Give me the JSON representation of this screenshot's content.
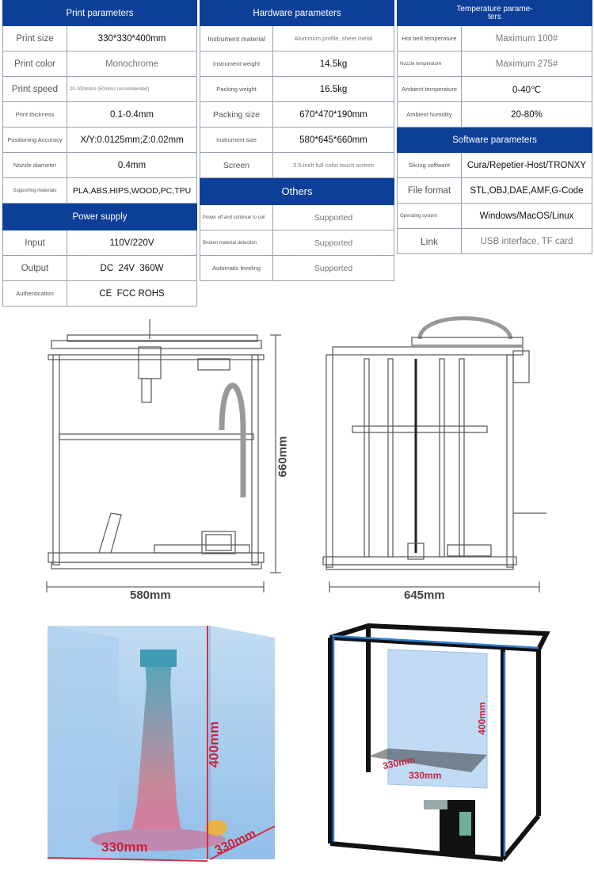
{
  "print_params": {
    "header": "Print parameters",
    "rows": [
      {
        "label": "Print size",
        "value": "330*330*400mm"
      },
      {
        "label": "Print color",
        "value": "Monochrome"
      },
      {
        "label": "Print speed",
        "value": "20-100mm/s (50mm/s recommended)"
      },
      {
        "label": "Print thickness",
        "value": "0.1-0.4mm"
      },
      {
        "label": "Positioning Accuracy",
        "value": "X/Y:0.0125mm;Z:0.02mm"
      },
      {
        "label": "Nozzle diameter",
        "value": "0.4mm"
      },
      {
        "label": "Supporting materials",
        "value": "PLA,ABS,HIPS,WOOD,PC,TPU"
      }
    ]
  },
  "power_supply": {
    "header": "Power supply",
    "rows": [
      {
        "label": "Input",
        "value": "110V/220V"
      },
      {
        "label": "Output",
        "value": "DC  24V  360W"
      },
      {
        "label": "Authentication",
        "value": "CE  FCC ROHS"
      }
    ]
  },
  "hardware_params": {
    "header": "Hardware parameters",
    "rows": [
      {
        "label": "Instrument material",
        "value": "Aluminum profile, sheet metal"
      },
      {
        "label": "Instrument weight",
        "value": "14.5kg"
      },
      {
        "label": "Packing weight",
        "value": "16.5kg"
      },
      {
        "label": "Packing size",
        "value": "670*470*190mm"
      },
      {
        "label": "Instrument size",
        "value": "580*645*660mm"
      },
      {
        "label": "Screen",
        "value": "3.5-inch full-color touch screen"
      }
    ]
  },
  "others": {
    "header": "Others",
    "rows": [
      {
        "label": "Power off and continue to coil",
        "value": "Supported"
      },
      {
        "label": "Broken material detection",
        "value": "Supported"
      },
      {
        "label": "Automatic leveling",
        "value": "Supported"
      }
    ]
  },
  "temperature_params": {
    "header": "Temperature parame-\nters",
    "rows": [
      {
        "label": "Hot bed temperature",
        "value": "Maximum 100#"
      },
      {
        "label": "Nozzle temperature",
        "value": "Maximum 275#"
      },
      {
        "label": "Ambient temperature",
        "value": "0-40℃"
      },
      {
        "label": "Ambient humidity",
        "value": "20-80%"
      }
    ]
  },
  "software_params": {
    "header": "Software parameters",
    "rows": [
      {
        "label": "Slicing software",
        "value": "Cura/Repetier-Host/TRONXY"
      },
      {
        "label": "File format",
        "value": "STL,OBJ,DAE,AMF,G-Code"
      },
      {
        "label": "Operating system",
        "value": "Windows/MacOS/Linux"
      },
      {
        "label": "Link",
        "value": "USB interface, TF card"
      }
    ]
  },
  "dimensions": {
    "front_width": "580mm",
    "height": "660mm",
    "side_depth": "645mm",
    "build_height": "400mm",
    "build_width": "330mm",
    "build_depth": "330mm",
    "photo_width": "330mm",
    "photo_depth": "330mm",
    "photo_height": "400mm"
  }
}
